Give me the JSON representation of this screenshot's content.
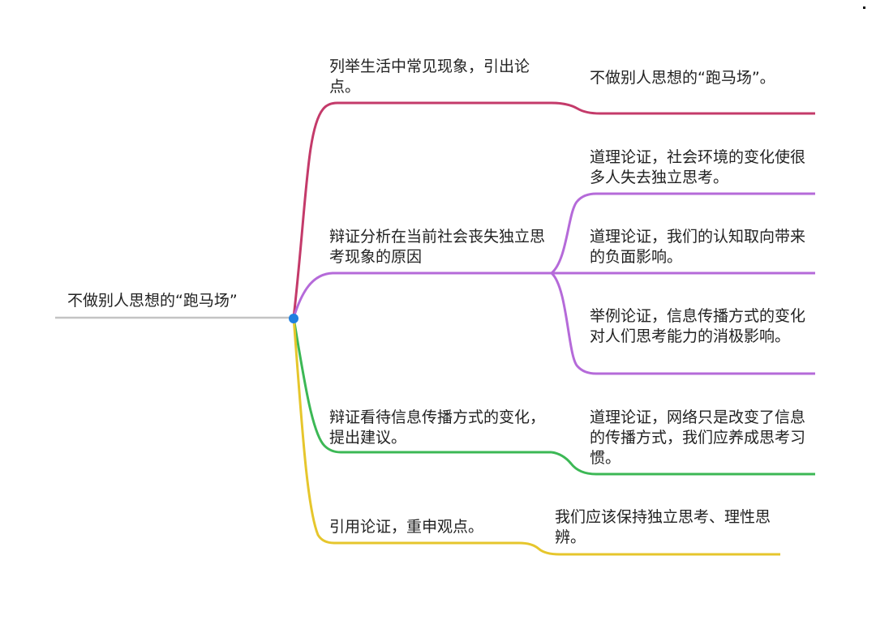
{
  "root": {
    "label": "不做别人思想的“跑马场”",
    "line_color": "#c4c4c4",
    "dot_color": "#1f7fe0"
  },
  "branches": [
    {
      "label": "列举生活中常见现象，引出论点。",
      "color": "#c43a6a",
      "children": [
        {
          "label": "不做别人思想的“跑马场”。"
        }
      ]
    },
    {
      "label": "辩证分析在当前社会丧失独立思考现象的原因",
      "color": "#b56ad9",
      "children": [
        {
          "label": "道理论证，社会环境的变化使很多人失去独立思考。"
        },
        {
          "label": "道理论证，我们的认知取向带来的负面影响。"
        },
        {
          "label": "举例论证，信息传播方式的变化对人们思考能力的消极影响。"
        }
      ]
    },
    {
      "label": "辩证看待信息传播方式的变化，提出建议。",
      "color": "#3cb855",
      "children": [
        {
          "label": "道理论证，网络只是改变了信息的传播方式，我们应养成思考习惯。"
        }
      ]
    },
    {
      "label": "引用论证，重申观点。",
      "color": "#e6c62c",
      "children": [
        {
          "label": "我们应该保持独立思考、理性思辨。"
        }
      ]
    }
  ]
}
